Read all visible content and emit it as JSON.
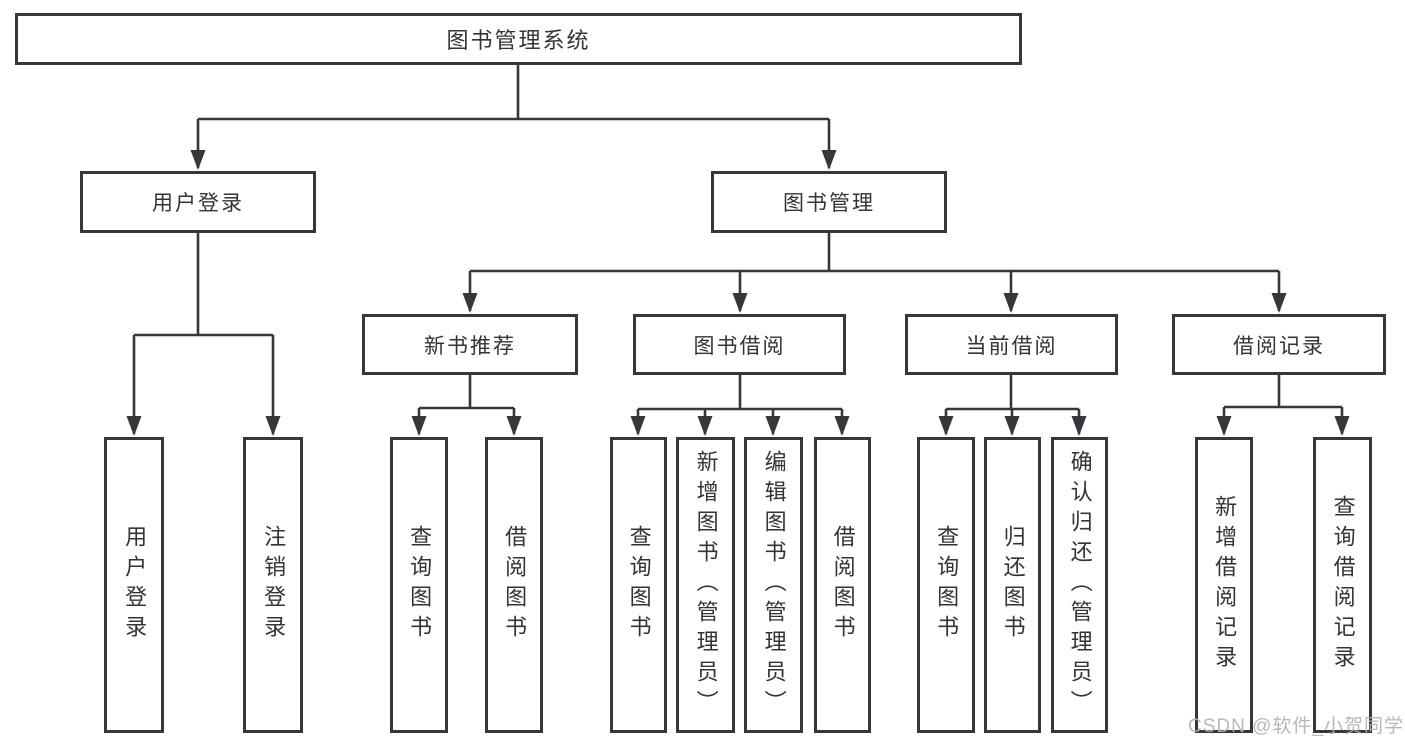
{
  "diagram": {
    "root": "图书管理系统",
    "branches": [
      {
        "label": "用户登录",
        "children": [
          "用户登录",
          "注销登录"
        ]
      },
      {
        "label": "图书管理",
        "children": [
          {
            "label": "新书推荐",
            "children": [
              "查询图书",
              "借阅图书"
            ]
          },
          {
            "label": "图书借阅",
            "children": [
              "查询图书",
              "新增图书（管理员）",
              "编辑图书（管理员）",
              "借阅图书"
            ]
          },
          {
            "label": "当前借阅",
            "children": [
              "查询图书",
              "归还图书",
              "确认归还（管理员）"
            ]
          },
          {
            "label": "借阅记录",
            "children": [
              "新增借阅记录",
              "查询借阅记录"
            ]
          }
        ]
      }
    ]
  },
  "watermark": "CSDN @软件_小贺同学",
  "colors": {
    "line": "#37373b",
    "text": "#333338",
    "watermark": "#b2b2b6",
    "background": "#ffffff"
  }
}
